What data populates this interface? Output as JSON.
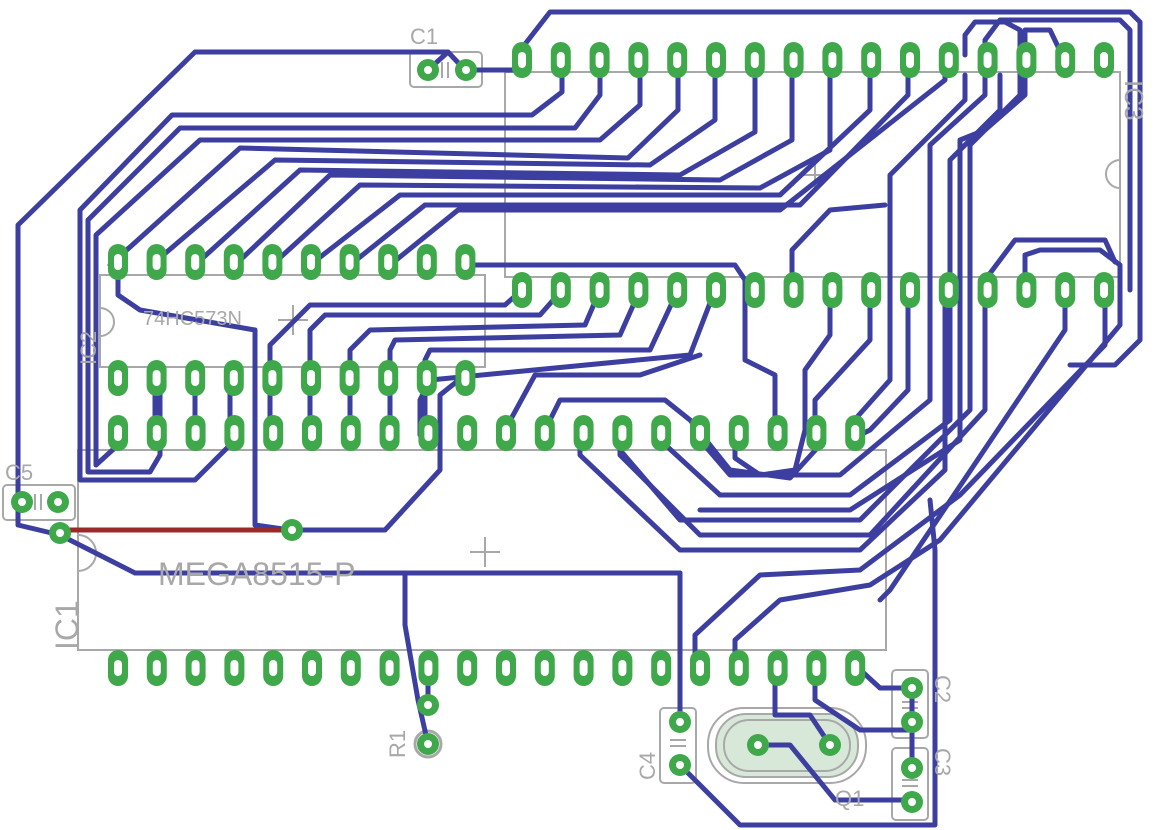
{
  "labels": {
    "c1_top": "C1",
    "ic3": "IC3",
    "ic2_value": "74HC573N",
    "ic2": "IC2",
    "c5": "C5",
    "ic1_value": "MEGA8515-P",
    "ic1": "IC1",
    "r1": "R1",
    "c4": "C4",
    "c2": "C2",
    "c3": "C3",
    "q1": "Q1"
  },
  "colors": {
    "background": "#ffffff",
    "top_trace": "#3c3fa0",
    "bottom_trace": "#9a2a2a",
    "pad": "#3fa84a",
    "silkscreen": "#a8a8a8"
  },
  "counts": {
    "ic1_pins_per_row": 20,
    "ic2_pins_per_row": 10,
    "ic3_pins_per_row": 16
  }
}
